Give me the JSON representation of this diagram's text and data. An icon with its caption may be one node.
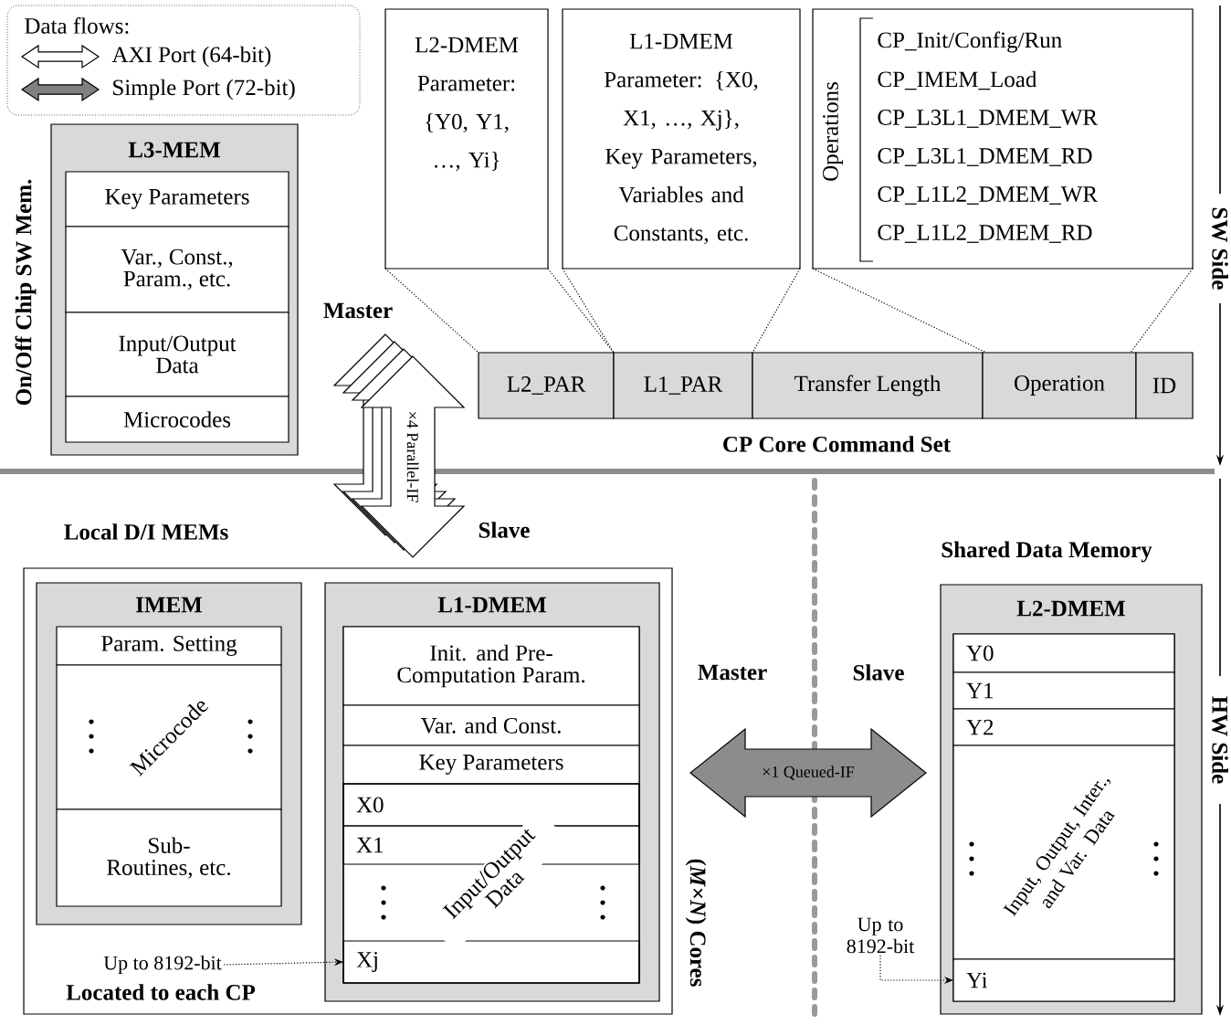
{
  "diagram": {
    "nodes": [
      {
        "text": [
          "L3-MEM"
        ]
      },
      {
        "text": [
          "Key Parameters"
        ],
        "in": 0
      },
      {
        "text": [
          "Var., Const., Param., etc."
        ],
        "in": 0
      },
      {
        "text": [
          "Input/Output Data"
        ],
        "in": 0
      },
      {
        "text": [
          "Microcodes"
        ],
        "in": 0
      },
      {
        "text": [
          "L2-DMEM Parameter: {Y0, Y1, …, Yi}"
        ]
      },
      {
        "text": [
          "L1-DMEM Parameter: {X0, X1, …, Xj}, Key Parameters, Variables and Constants, etc."
        ]
      },
      {
        "text": [
          "Operations",
          "CP_Init/Config/Run",
          "CP_IMEM_Load",
          "CP_L3L1_DMEM_WR",
          "CP_L3L1_DMEM_RD",
          "CP_L1L2_DMEM_WR",
          "CP_L1L2_DMEM_RD"
        ]
      },
      {
        "text": [
          "L2_PAR"
        ]
      },
      {
        "text": [
          "L1_PAR"
        ]
      },
      {
        "text": [
          "Transfer Length"
        ]
      },
      {
        "text": [
          "Operation"
        ]
      },
      {
        "text": [
          "ID"
        ]
      },
      {
        "text": [
          "Local D/I MEMs",
          "Located to each CP"
        ],
        "beside": [
          "(*M*×*N*) Cores"
        ]
      },
      {
        "text": [
          "IMEM"
        ],
        "in": 13
      },
      {
        "text": [
          "Param. Setting"
        ],
        "in": 14
      },
      {
        "text": [
          "Microcode"
        ],
        "in": 14
      },
      {
        "text": [
          "Sub-Routines, etc."
        ],
        "in": 14
      },
      {
        "text": [
          "L1-DMEM"
        ],
        "in": 13
      },
      {
        "text": [
          "Init. and Pre-Computation Param."
        ],
        "in": 18
      },
      {
        "text": [
          "Var. and Const."
        ],
        "in": 18
      },
      {
        "text": [
          "Key Parameters"
        ],
        "in": 18
      },
      {
        "text": [
          "Input/Output Data"
        ],
        "in": 18
      },
      {
        "text": [
          "X0"
        ],
        "in": 22
      },
      {
        "text": [
          "X1"
        ],
        "in": 22
      },
      {
        "text": [
          "Xj"
        ],
        "in": 22
      },
      {
        "text": [
          "Up to 8192-bit"
        ],
        "in": 13
      },
      {
        "text": [
          "L2-DMEM"
        ]
      },
      {
        "text": [
          "Y0"
        ],
        "in": 27
      },
      {
        "text": [
          "Y1"
        ],
        "in": 27
      },
      {
        "text": [
          "Y2"
        ],
        "in": 27
      },
      {
        "text": [
          "Input, Output, Inter., and Var. Data"
        ],
        "in": 27
      },
      {
        "text": [
          "Yi"
        ],
        "in": 27
      },
      {
        "text": [
          "Up to 8192-bit"
        ]
      }
    ],
    "edges": [
      {
        "from": 5,
        "to": 8,
        "arrow": "none",
        "style": "dashed"
      },
      {
        "from": 6,
        "to": 9,
        "arrow": "none",
        "style": "dashed"
      },
      {
        "from": 7,
        "to": 11,
        "arrow": "none",
        "style": "dashed"
      },
      {
        "from": 26,
        "to": 25,
        "arrow": "to",
        "style": "dashed"
      },
      {
        "from": 33,
        "to": 32,
        "arrow": "to",
        "style": "dashed"
      },
      {
        "from": 0,
        "to": 13,
        "arrow": "both",
        "label": "×4 Parallel-IF",
        "style": "thick"
      },
      {
        "from": 13,
        "to": 27,
        "arrow": "both",
        "label": "×1 Queued-IF",
        "style": "thick",
        "color": "#8c8c8c"
      }
    ],
    "labels": [
      "Data flows:",
      "On/Off Chip SW Mem.",
      "Master",
      "CP Core Command Set",
      "SW Side",
      "Slave",
      "Shared Data Memory",
      "Master",
      "Slave",
      "HW Side"
    ],
    "legend": [
      {
        "text": "AXI Port (64-bit)"
      },
      {
        "text": "Simple Port (72-bit)"
      }
    ]
  }
}
